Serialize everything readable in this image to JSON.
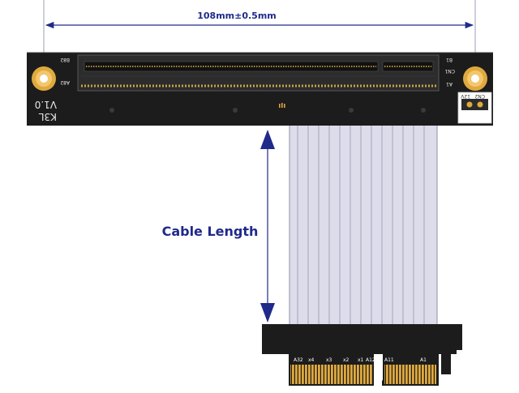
{
  "dimension_label": "108mm±0.5mm",
  "cable_label": "Cable Length",
  "board": {
    "model": "K3L",
    "version": "V1.0",
    "pin_b82": "B82",
    "pin_a82": "A82",
    "pin_b1": "B1",
    "pin_a1": "A1",
    "connector": "CN1",
    "power_connector": "CN2",
    "voltage": "12V"
  },
  "card_edge": {
    "labels": [
      "A32",
      "x4",
      "x3",
      "x2",
      "x1",
      "A12",
      "A11",
      "A1"
    ]
  },
  "colors": {
    "pcb": "#1c1c1c",
    "gold": "#e0a93e",
    "cable": "#dcdcea",
    "cable_line": "#a3a3b8",
    "arrow": "#1f2a8a"
  }
}
